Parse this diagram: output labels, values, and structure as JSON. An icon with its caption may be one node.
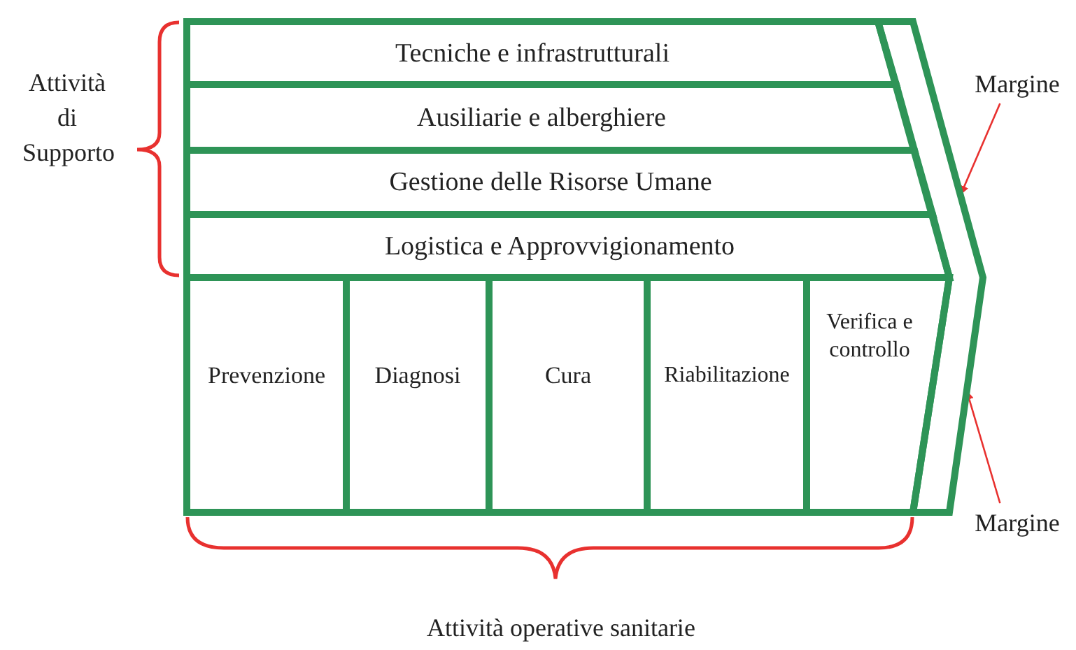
{
  "diagram": {
    "nodes": [
      {
        "text": [
          "Tecniche e infrastrutturali"
        ]
      },
      {
        "text": [
          "Ausiliarie e alberghiere"
        ]
      },
      {
        "text": [
          "Gestione delle Risorse Umane"
        ]
      },
      {
        "text": [
          "Logistica e Approvvigionamento"
        ]
      },
      {
        "text": [
          "Prevenzione"
        ]
      },
      {
        "text": [
          "Diagnosi"
        ]
      },
      {
        "text": [
          "Cura"
        ]
      },
      {
        "text": [
          "Riabilitazione"
        ]
      },
      {
        "text": [
          "Verifica e controllo"
        ]
      },
      {
        "text": [
          "Margine"
        ]
      },
      {
        "text": [],
        "shape": "band"
      },
      {
        "text": [
          "Margine"
        ]
      }
    ],
    "edges": [
      {
        "from": 9,
        "to": 10,
        "arrow": "to",
        "color": "#e8312f"
      },
      {
        "from": 11,
        "to": 10,
        "arrow": "to",
        "color": "#e8312f"
      }
    ],
    "labels": [
      "Attività di Supporto",
      "Attività operative sanitarie"
    ]
  }
}
